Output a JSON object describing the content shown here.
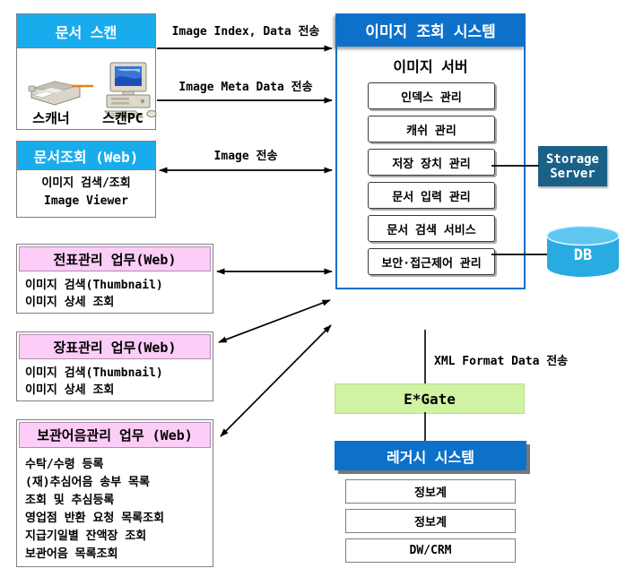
{
  "palette": {
    "cyan_header": "#19ACEC",
    "blue_header": "#0D71C9",
    "pink_header": "#FBCDF7",
    "egate_green": "#CFF3A3",
    "storage_navy": "#1A6188",
    "db_cyan": "#29ABE2",
    "line_black": "#000000",
    "cable_orange": "#E8820C"
  },
  "doc_scan": {
    "title": "문서 스캔",
    "scanner_label": "스캐너",
    "pc_label": "스캔PC"
  },
  "doc_view": {
    "title": "문서조회 (Web)",
    "lines": [
      "이미지 검색/조회",
      "Image Viewer"
    ]
  },
  "flows": {
    "image_index": "Image Index, Data 전송",
    "image_meta": "Image Meta Data 전송",
    "image": "Image 전송",
    "xml": "XML Format Data 전송"
  },
  "image_system": {
    "title": "이미지 조회 시스템",
    "server_title": "이미지 서버",
    "modules": [
      "인덱스 관리",
      "캐쉬 관리",
      "저장 장치 관리",
      "문서 입력 관리",
      "문서 검색 서비스",
      "보안·접근제어 관리"
    ]
  },
  "storage_server": {
    "label": "Storage Server"
  },
  "db": {
    "label": "DB"
  },
  "biz_boxes": [
    {
      "title": "전표관리 업무(Web)",
      "lines": [
        "이미지 검색(Thumbnail)",
        "이미지 상세 조회"
      ]
    },
    {
      "title": "장표관리 업무(Web)",
      "lines": [
        "이미지 검색(Thumbnail)",
        "이미지 상세 조회"
      ]
    },
    {
      "title": "보관어음관리 업무 (Web)",
      "lines": [
        "수탁/수령 등록",
        "(재)추심어음 송부 목록",
        "조회 및  추심등록",
        "영업점 반환 요청 목록조회",
        "지급기일별 잔액장 조회",
        "보관어음 목록조회"
      ]
    }
  ],
  "egate": {
    "label": "E*Gate"
  },
  "legacy": {
    "title": "레거시 시스템",
    "systems": [
      "정보계",
      "정보계",
      "DW/CRM"
    ]
  }
}
